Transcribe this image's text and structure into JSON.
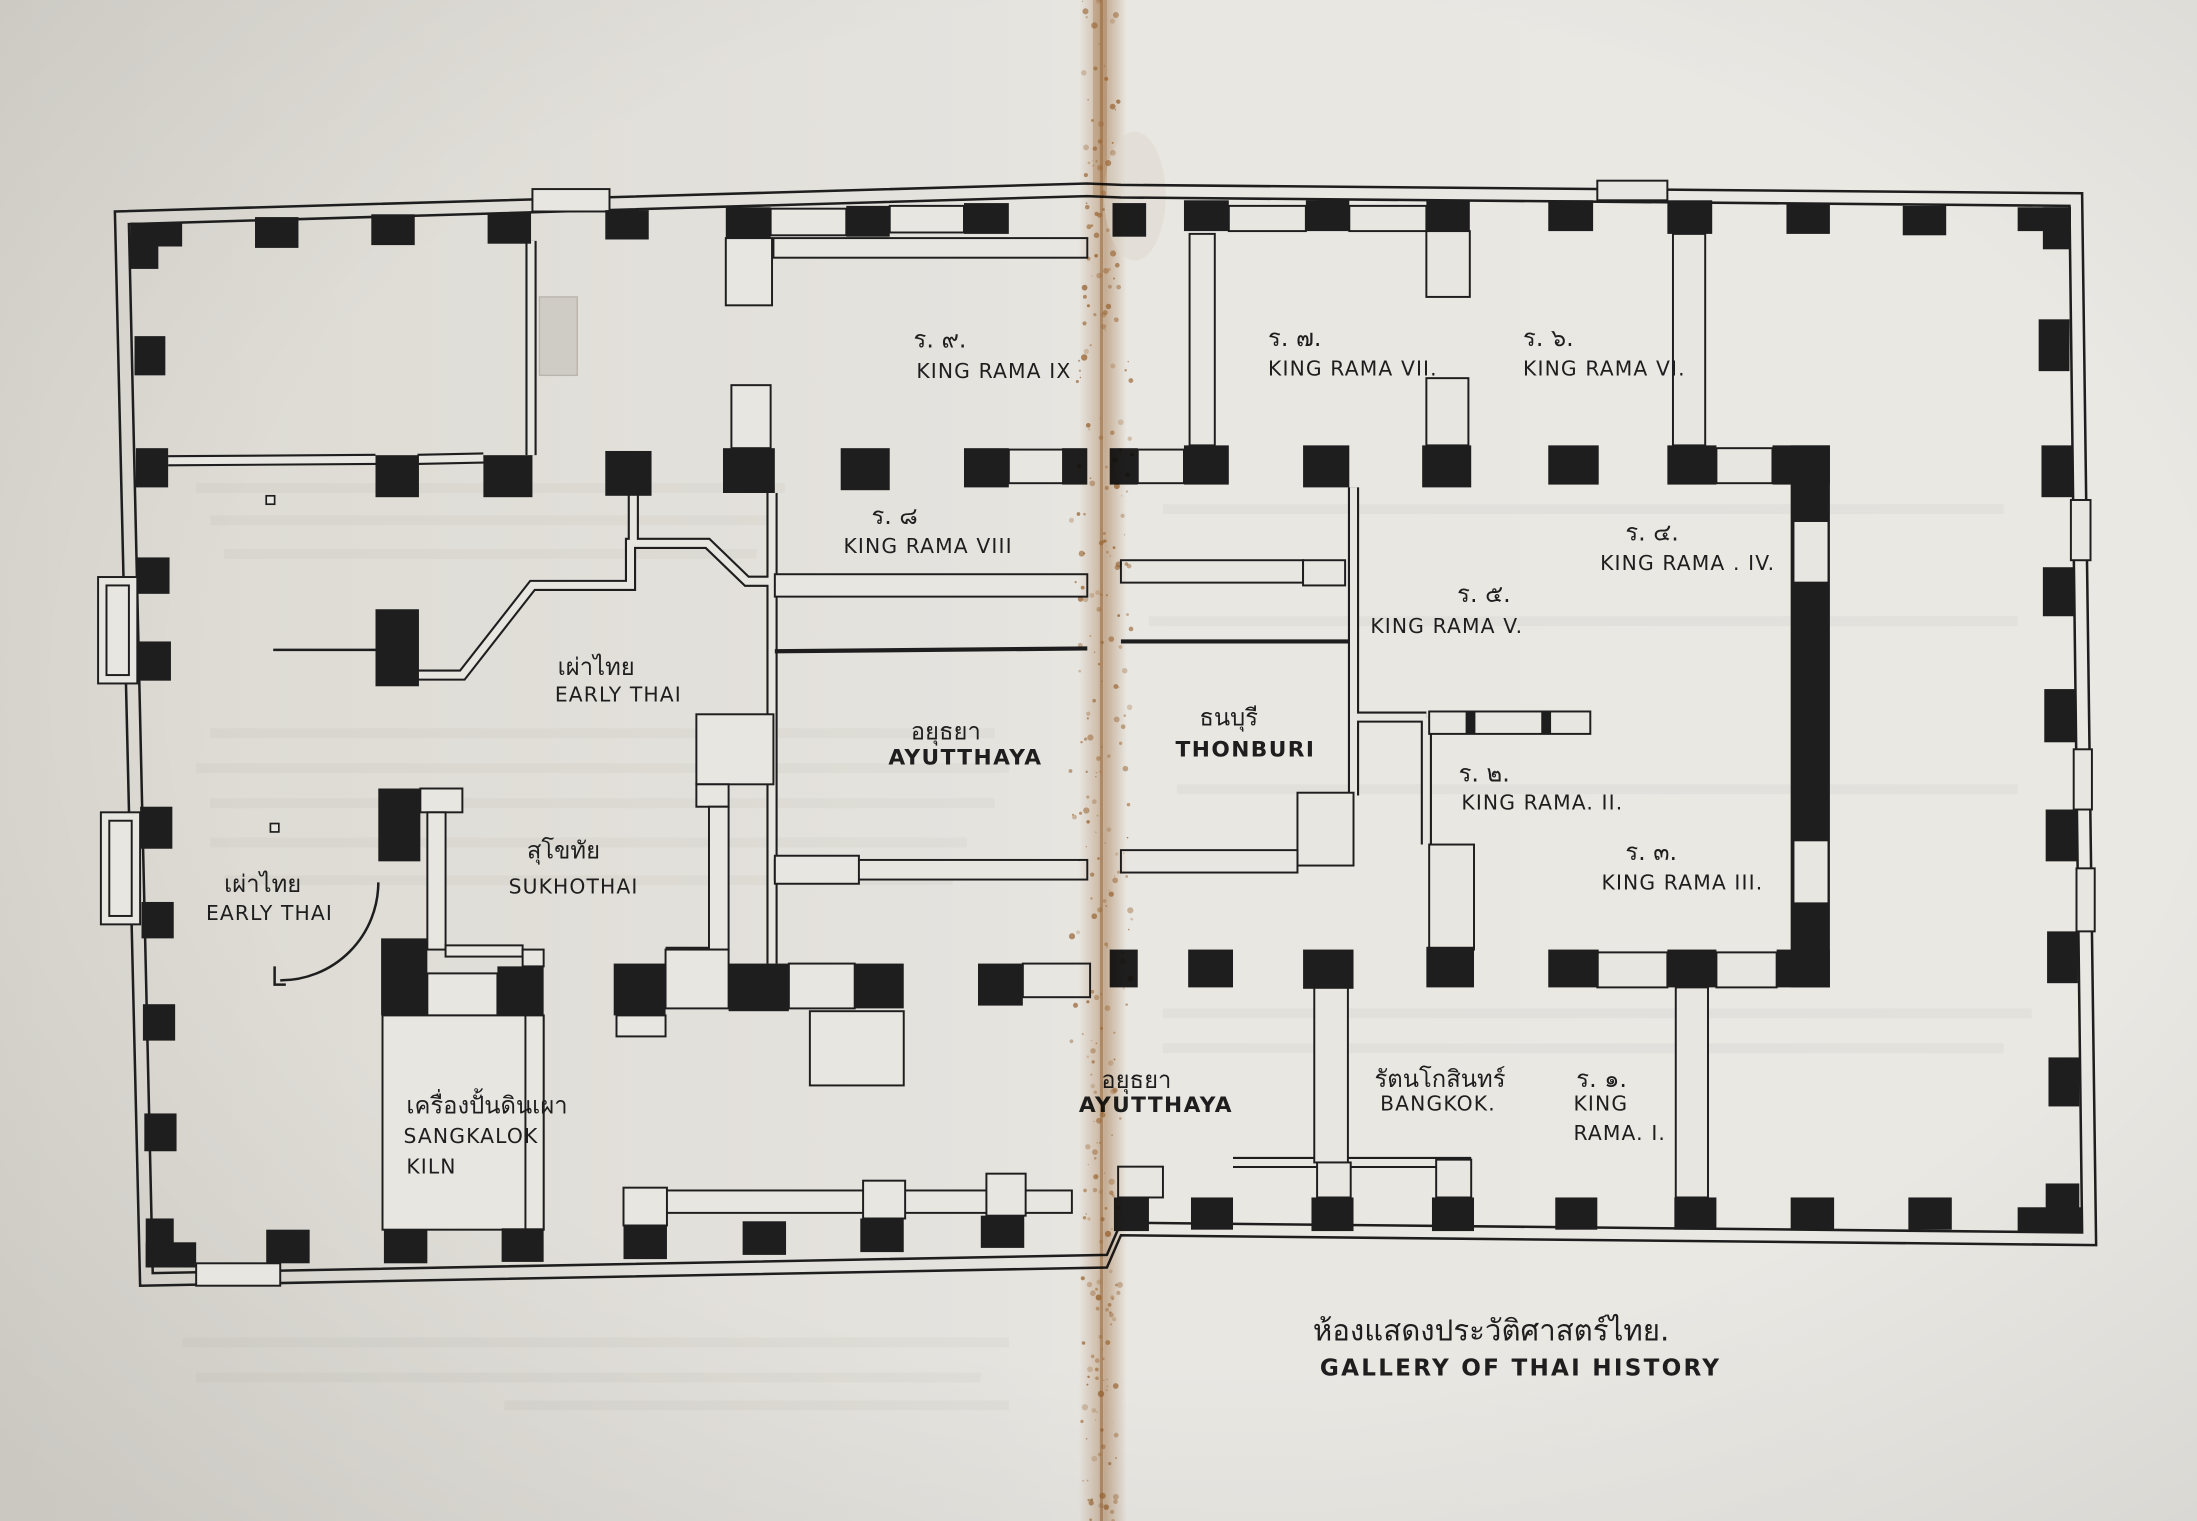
{
  "caption": {
    "thai": "ห้องแสดงประวัติศาสตร์ไทย.",
    "english": "GALLERY OF THAI HISTORY"
  },
  "rooms": {
    "rama9": {
      "thai": "ร. ๙.",
      "english": "KING RAMA IX"
    },
    "rama8": {
      "thai": "ร. ๘",
      "english": "KING RAMA VIII"
    },
    "rama7": {
      "thai": "ร. ๗.",
      "english": "KING RAMA VII."
    },
    "rama6": {
      "thai": "ร. ๖.",
      "english": "KING RAMA VI."
    },
    "rama5": {
      "thai": "ร. ๕.",
      "english": "KING RAMA V."
    },
    "rama4": {
      "thai": "ร. ๔.",
      "english": "KING RAMA . IV."
    },
    "rama3": {
      "thai": "ร. ๓.",
      "english": "KING RAMA III."
    },
    "rama2": {
      "thai": "ร. ๒.",
      "english": "KING RAMA. II."
    },
    "rama1": {
      "thai": "ร. ๑.",
      "english_line1": "KING",
      "english_line2": "RAMA. I."
    },
    "early_thai_upper": {
      "thai": "เผ่าไทย",
      "english": "EARLY THAI"
    },
    "early_thai_lower": {
      "thai": "เผ่าไทย",
      "english": "EARLY THAI"
    },
    "sukhothai": {
      "thai": "สุโขทัย",
      "english": "SUKHOTHAI"
    },
    "ayutthaya": {
      "thai": "อยุธยา",
      "english": "AYUTTHAYA"
    },
    "ayutthaya_lower": {
      "thai": "อยุธยา",
      "english": "AYUTTHAYA"
    },
    "thonburi": {
      "thai": "ธนบุรี",
      "english": "THONBURI"
    },
    "bangkok": {
      "thai": "รัตนโกสินทร์",
      "english": "BANGKOK."
    },
    "sangkalok_kiln": {
      "thai": "เครื่องปั้นดินเผา",
      "english_line1": "SANGKALOK",
      "english_line2": "KILN"
    }
  },
  "colors": {
    "paper": "#e8e6e1",
    "ink": "#1e1e1e",
    "rust": "#a8703a",
    "faded_box": "#cfccc5"
  }
}
